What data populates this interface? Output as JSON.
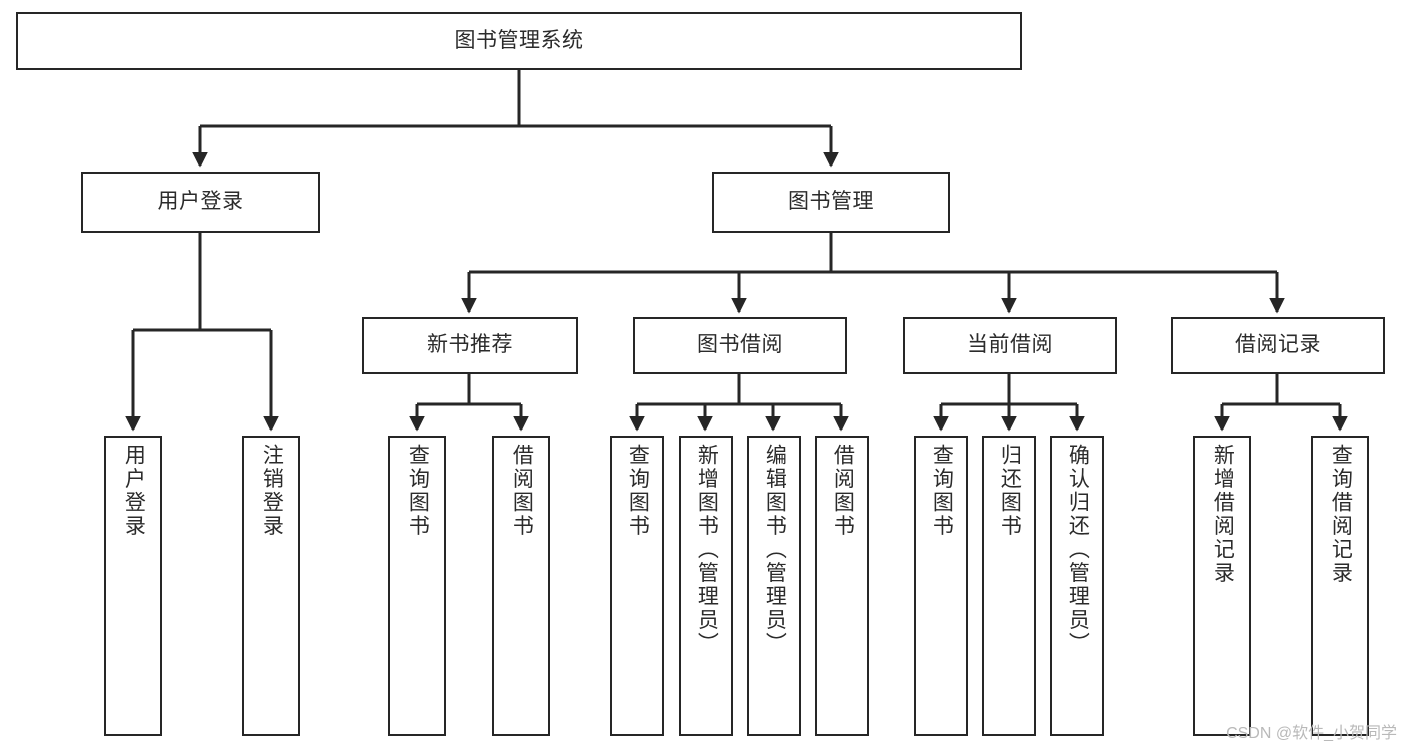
{
  "diagram": {
    "title": "图书管理系统",
    "type": "tree-hierarchy-diagram",
    "colors": {
      "stroke": "#262626",
      "fill": "#ffffff",
      "text": "#2b2b2b",
      "watermark": "#b9b9b9"
    },
    "root": {
      "label": "图书管理系统"
    },
    "level2": [
      {
        "label": "用户登录"
      },
      {
        "label": "图书管理"
      }
    ],
    "level3": [
      {
        "label": "新书推荐"
      },
      {
        "label": "图书借阅"
      },
      {
        "label": "当前借阅"
      },
      {
        "label": "借阅记录"
      }
    ],
    "leaves": {
      "user_login": [
        {
          "label": "用户登录"
        },
        {
          "label": "注销登录"
        }
      ],
      "new_book_recommend": [
        {
          "label": "查询图书"
        },
        {
          "label": "借阅图书"
        }
      ],
      "book_borrow": [
        {
          "label": "查询图书"
        },
        {
          "label": "新增图书（管理员）"
        },
        {
          "label": "编辑图书（管理员）"
        },
        {
          "label": "借阅图书"
        }
      ],
      "current_borrow": [
        {
          "label": "查询图书"
        },
        {
          "label": "归还图书"
        },
        {
          "label": "确认归还（管理员）"
        }
      ],
      "borrow_records": [
        {
          "label": "新增借阅记录"
        },
        {
          "label": "查询借阅记录"
        }
      ]
    }
  },
  "watermark": {
    "text": "CSDN @软件_小贺同学"
  }
}
